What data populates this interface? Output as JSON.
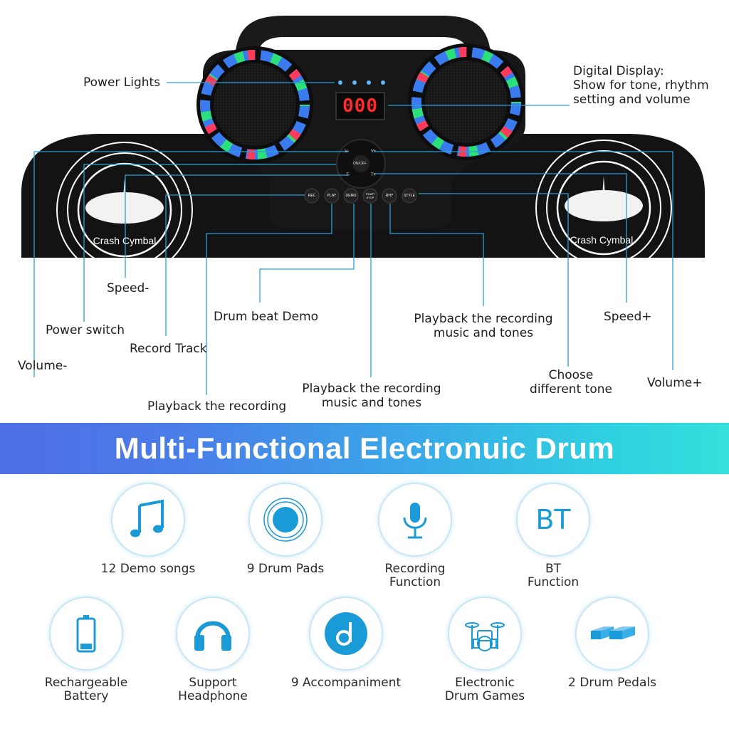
{
  "device": {
    "display_text": "000",
    "pad_left_label": "Crash Cymbal",
    "pad_right_label": "Crash Cymbal",
    "buttons": [
      "REC",
      "PLAY",
      "DEMO",
      "START STOP",
      "RHY",
      "STYLE"
    ],
    "nav_buttons": {
      "vol_minus": "V-",
      "vol_plus": "V+",
      "onoff": "ON/OFF",
      "tempo_minus": "T-",
      "tempo_plus": "T+"
    }
  },
  "callouts": {
    "power_lights": "Power Lights",
    "digital_display": [
      "Digital Display:",
      "Show for tone, rhythm",
      "setting and volume"
    ],
    "speed_minus": "Speed-",
    "power_switch": "Power switch",
    "volume_minus": "Volume-",
    "record_track": "Record Track",
    "drum_beat_demo": "Drum beat Demo",
    "playback_recording": "Playback the recording",
    "playback_music_center": [
      "Playback the recording",
      "music and tones"
    ],
    "playback_music_right": [
      "Playback the recording",
      "music and tones"
    ],
    "choose_tone": [
      "Choose",
      "different tone"
    ],
    "speed_plus": "Speed+",
    "volume_plus": "Volume+"
  },
  "banner": {
    "title": "Multi-Functional Electronuic Drum"
  },
  "features": [
    {
      "icon": "music-note-icon",
      "label": [
        "12 Demo songs"
      ]
    },
    {
      "icon": "drum-pad-icon",
      "label": [
        "9 Drum Pads"
      ]
    },
    {
      "icon": "microphone-icon",
      "label": [
        "Recording",
        "Function"
      ]
    },
    {
      "icon": "bluetooth-bt-icon",
      "text": "BT",
      "label": [
        "BT",
        "Function"
      ]
    },
    {
      "icon": "battery-icon",
      "label": [
        "Rechargeable",
        "Battery"
      ]
    },
    {
      "icon": "headphone-icon",
      "label": [
        "Support",
        "Headphone"
      ]
    },
    {
      "icon": "accompaniment-disc-icon",
      "label": [
        "9 Accompaniment"
      ]
    },
    {
      "icon": "drum-kit-icon",
      "label": [
        "Electronic",
        "Drum Games"
      ]
    },
    {
      "icon": "drum-pedal-icon",
      "label": [
        "2 Drum Pedals"
      ]
    }
  ],
  "colors": {
    "accent": "#1a9ad6",
    "line": "#2a9fd8",
    "device": "#141414",
    "banner_start": "#4f6fe6",
    "banner_end": "#34e0dc"
  }
}
